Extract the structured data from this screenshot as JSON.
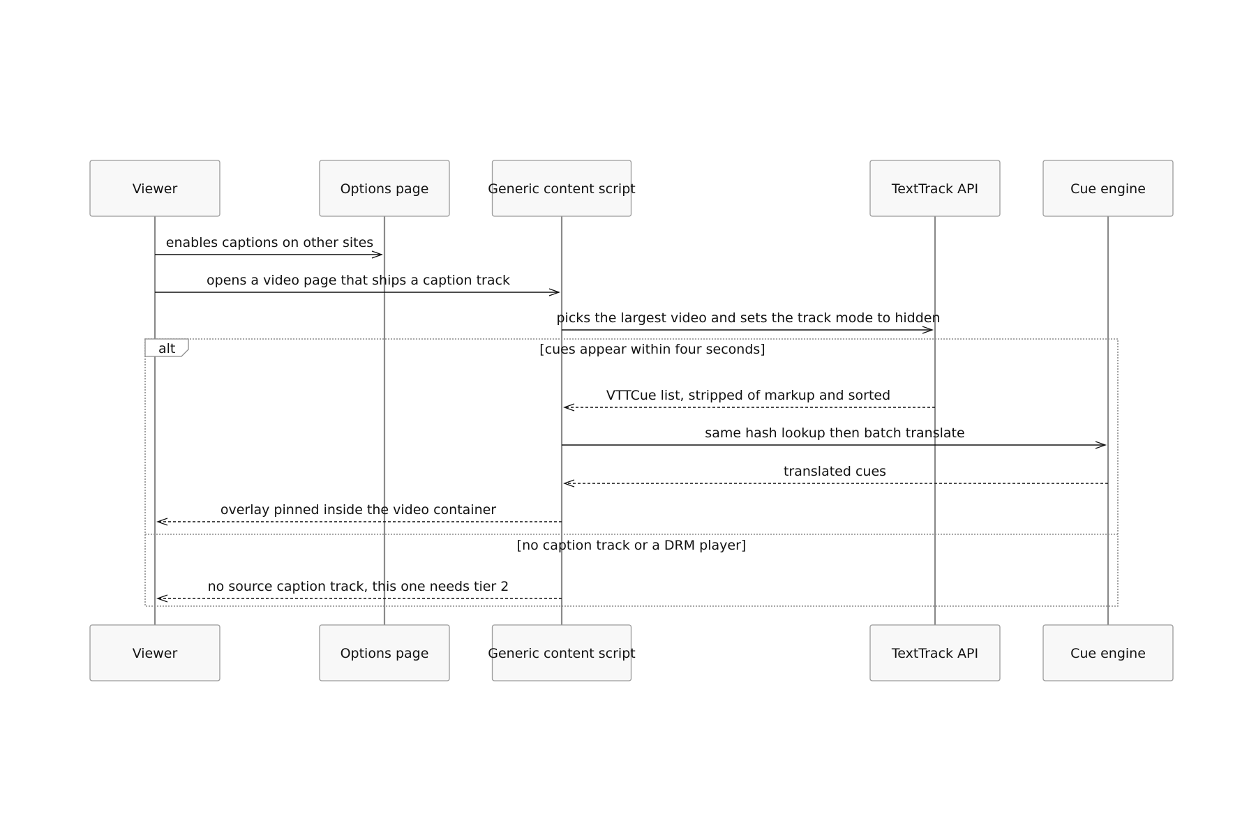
{
  "participants": [
    {
      "id": "viewer",
      "label": "Viewer"
    },
    {
      "id": "options",
      "label": "Options page"
    },
    {
      "id": "content",
      "label": "Generic content script"
    },
    {
      "id": "texttrack",
      "label": "TextTrack API"
    },
    {
      "id": "cue",
      "label": "Cue engine"
    }
  ],
  "messages": [
    {
      "from": "viewer",
      "to": "options",
      "style": "solid",
      "label": "enables captions on other sites"
    },
    {
      "from": "viewer",
      "to": "content",
      "style": "solid",
      "label": "opens a video page that ships a caption track"
    },
    {
      "from": "content",
      "to": "texttrack",
      "style": "solid",
      "label": "picks the largest video and sets the track mode to hidden"
    },
    {
      "from": "texttrack",
      "to": "content",
      "style": "dashed",
      "label": "VTTCue list, stripped of markup and sorted"
    },
    {
      "from": "content",
      "to": "cue",
      "style": "solid",
      "label": "same hash lookup then batch translate"
    },
    {
      "from": "cue",
      "to": "content",
      "style": "dashed",
      "label": "translated cues"
    },
    {
      "from": "content",
      "to": "viewer",
      "style": "dashed",
      "label": "overlay pinned inside the video container"
    },
    {
      "from": "content",
      "to": "viewer",
      "style": "dashed",
      "label": "no source caption track, this one needs tier 2"
    }
  ],
  "alt_block": {
    "keyword": "alt",
    "branches": [
      {
        "condition": "[cues appear within four seconds]"
      },
      {
        "condition": "[no caption track or a DRM player]"
      }
    ]
  }
}
